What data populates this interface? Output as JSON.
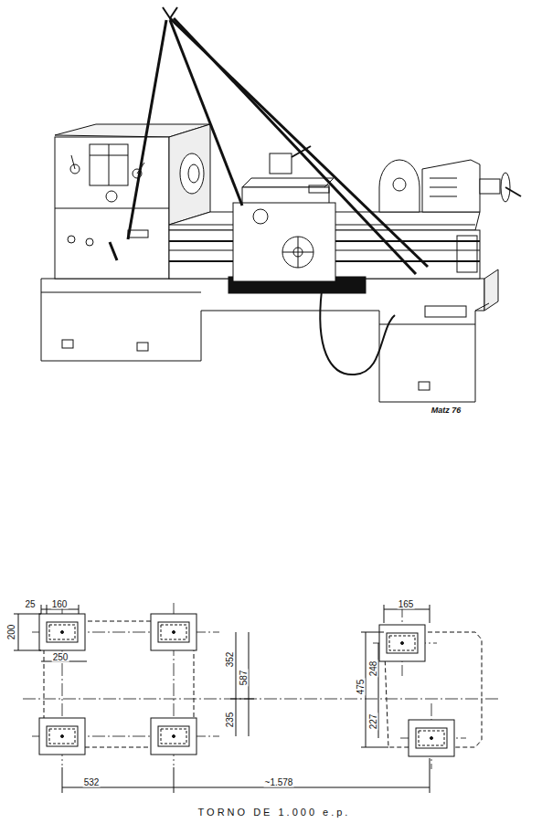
{
  "diagram": {
    "caption": "TORNO DE 1.000 e.p.",
    "labels": [
      "Matz 76",
      "25",
      "160",
      "200",
      "250",
      "352",
      "587",
      "235",
      "532",
      "~1.578",
      "165",
      "475",
      "248",
      "227"
    ]
  }
}
